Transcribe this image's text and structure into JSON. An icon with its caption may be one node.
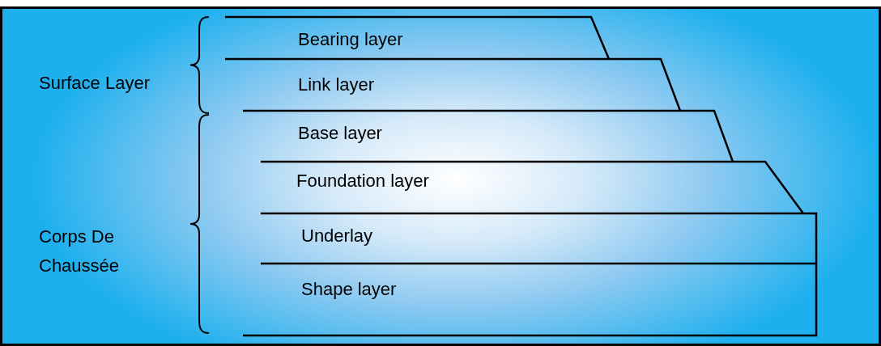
{
  "diagram": {
    "nodes": [
      {
        "text": [
          "Bearing layer"
        ]
      },
      {
        "text": [
          "Link layer"
        ]
      },
      {
        "text": [
          "Base layer"
        ]
      },
      {
        "text": [
          "Foundation layer"
        ]
      },
      {
        "text": [
          "Underlay"
        ]
      },
      {
        "text": [
          "Shape layer"
        ]
      }
    ],
    "labels": [
      "Surface Layer",
      "Corps De Chaussée"
    ]
  }
}
